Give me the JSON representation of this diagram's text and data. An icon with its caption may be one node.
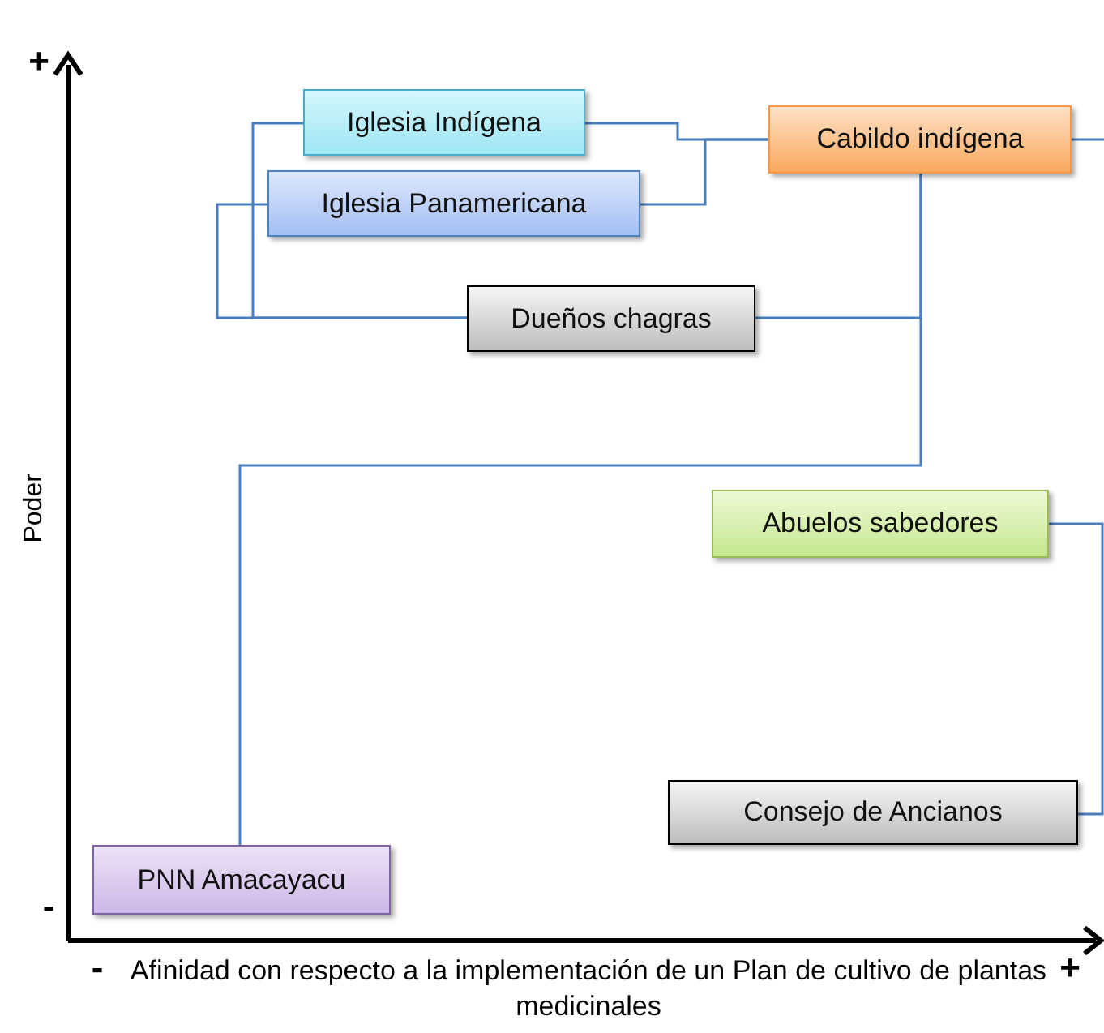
{
  "diagram": {
    "nodes": [
      {
        "text": [
          "Iglesia Indígena"
        ]
      },
      {
        "text": [
          "Iglesia Panamericana"
        ]
      },
      {
        "text": [
          "Cabildo indígena"
        ]
      },
      {
        "text": [
          "Dueños chagras"
        ]
      },
      {
        "text": [
          "Abuelos sabedores"
        ]
      },
      {
        "text": [
          "Consejo de Ancianos"
        ]
      },
      {
        "text": [
          "PNN Amacayacu"
        ]
      }
    ],
    "edges": [
      {
        "from": 0,
        "to": 2,
        "arrow": "none"
      },
      {
        "from": 1,
        "to": 2,
        "arrow": "none"
      },
      {
        "from": 0,
        "to": 3,
        "arrow": "none"
      },
      {
        "from": 1,
        "to": 3,
        "arrow": "none"
      },
      {
        "from": 3,
        "to": 2,
        "arrow": "none"
      },
      {
        "from": 2,
        "to": 6,
        "arrow": "none"
      },
      {
        "from": 2,
        "to": null,
        "arrow": "none"
      },
      {
        "from": 4,
        "to": 5,
        "arrow": "none"
      }
    ],
    "labels": [
      "+",
      "Poder",
      "-",
      "-",
      "Afinidad con respecto a la implementación de un Plan de cultivo de plantas medicinales",
      "+"
    ]
  }
}
